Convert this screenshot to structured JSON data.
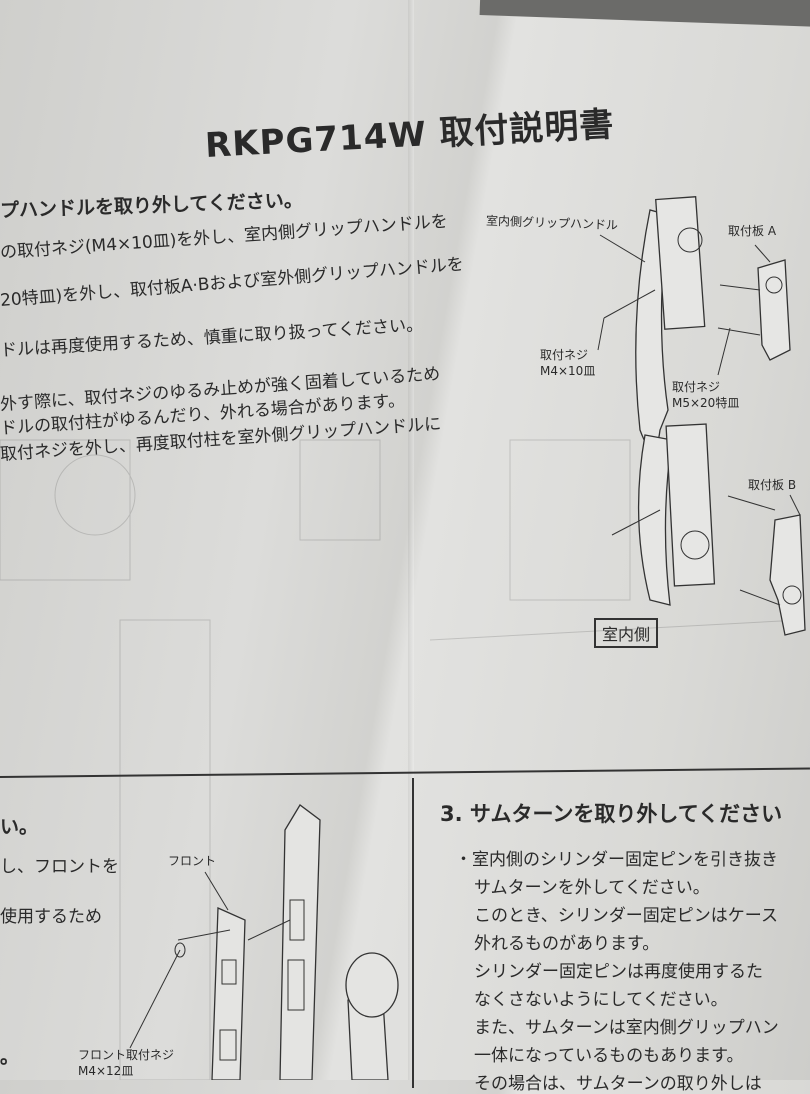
{
  "title": "RKPG714W 取付説明書",
  "section_left": {
    "heading": "プハンドルを取り外してください。",
    "lines": [
      "の取付ネジ(M4×10皿)を外し、室内側グリップハンドルを",
      "20特皿)を外し、取付板A·Bおよび室外側グリップハンドルを",
      "ドルは再度使用するため、慎重に取り扱ってください。",
      "外す際に、取付ネジのゆるみ止めが強く固着しているため",
      "ドルの取付柱がゆるんだり、外れる場合があります。",
      "取付ネジを外し、再度取付柱を室外側グリップハンドルに"
    ]
  },
  "diagram_top": {
    "labels": {
      "grip_handle": "室内側グリップハンドル",
      "plate_a": "取付板 A",
      "screw_m4": "取付ネジ\nM4×10皿",
      "screw_m4_line1": "取付ネジ",
      "screw_m4_line2": "M4×10皿",
      "screw_m5_line1": "取付ネジ",
      "screw_m5_line2": "M5×20特皿",
      "plate_b": "取付板 B",
      "indoor_side": "室内側"
    }
  },
  "section_bottom_left": {
    "lines": [
      "い。",
      "し、フロントを",
      "使用するため",
      "。"
    ],
    "labels": {
      "front": "フロント",
      "front_screw_line1": "フロント取付ネジ",
      "front_screw_line2": "M4×12皿"
    }
  },
  "section_3": {
    "heading": "3.  サムターンを取り外してください",
    "lines": [
      "・室内側のシリンダー固定ピンを引き抜き",
      "サムターンを外してください。",
      "このとき、シリンダー固定ピンはケース",
      "外れるものがあります。",
      "シリンダー固定ピンは再度使用するた",
      "なくさないようにしてください。",
      "また、サムターンは室内側グリップハン",
      "一体になっているものもあります。",
      "その場合は、サムターンの取り外しは"
    ]
  }
}
